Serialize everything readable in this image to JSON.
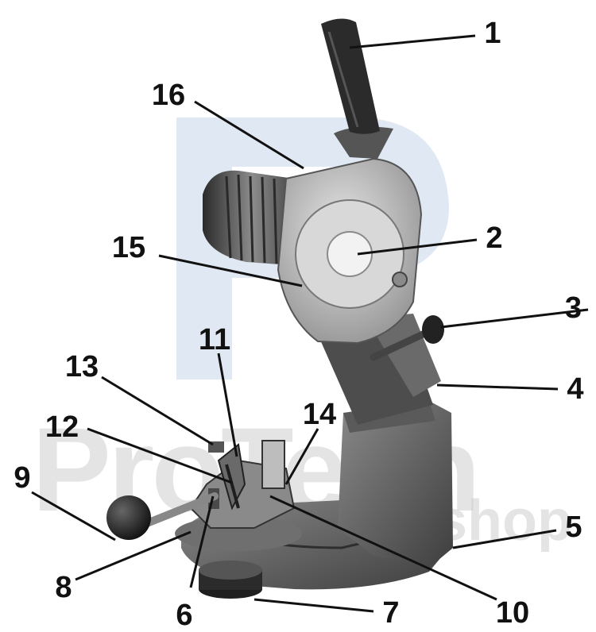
{
  "watermark": {
    "brand": "ProTech",
    "sub": "shop"
  },
  "callouts": [
    "1",
    "2",
    "3",
    "4",
    "5",
    "6",
    "7",
    "8",
    "9",
    "10",
    "11",
    "12",
    "13",
    "14",
    "15",
    "16"
  ],
  "colors": {
    "body_dark": "#4a4a4a",
    "body_mid": "#7a7a7a",
    "guard_light": "#c9c9c9",
    "handle": "#2b2b2b",
    "watermark_blue": "#c7d6ea"
  }
}
